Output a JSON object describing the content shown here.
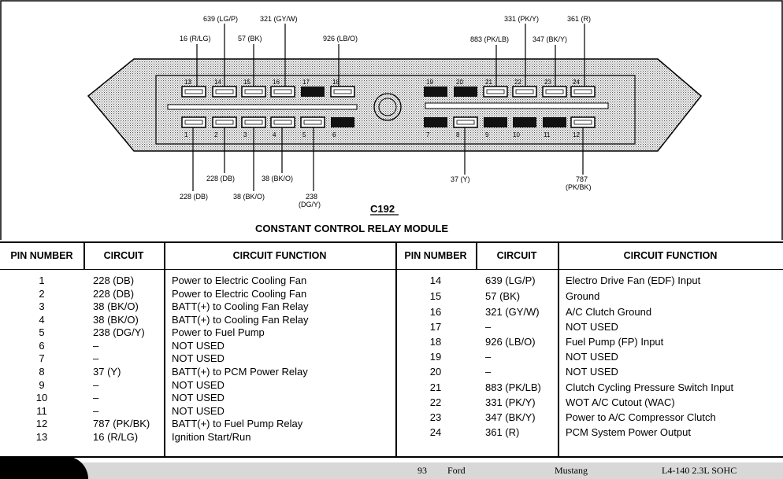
{
  "diagram": {
    "connector_id": "C192",
    "title": "CONSTANT CONTROL RELAY MODULE",
    "top_row_pins": [
      "13",
      "14",
      "15",
      "16",
      "17",
      "18",
      "19",
      "20",
      "21",
      "22",
      "23",
      "24"
    ],
    "bottom_row_pins": [
      "1",
      "2",
      "3",
      "4",
      "5",
      "6",
      "7",
      "8",
      "9",
      "10",
      "11",
      "12"
    ],
    "wire_labels": {
      "p13": "16 (R/LG)",
      "p14": "639 (LG/P)",
      "p15": "57 (BK)",
      "p16": "321 (GY/W)",
      "p18": "926 (LB/O)",
      "p21": "883 (PK/LB)",
      "p22": "331 (PK/Y)",
      "p23": "347 (BK/Y)",
      "p24": "361 (R)",
      "p1": "228 (DB)",
      "p2": "228 (DB)",
      "p3": "38 (BK/O)",
      "p4": "38 (BK/O)",
      "p5a": "238",
      "p5b": "(DG/Y)",
      "p8": "37 (Y)",
      "p12a": "787",
      "p12b": "(PK/BK)"
    }
  },
  "table_left": {
    "headers": [
      "PIN NUMBER",
      "CIRCUIT",
      "CIRCUIT FUNCTION"
    ],
    "rows": [
      [
        "1",
        "228 (DB)",
        "Power to Electric Cooling Fan"
      ],
      [
        "2",
        "228 (DB)",
        "Power to Electric Cooling Fan"
      ],
      [
        "3",
        "38 (BK/O)",
        "BATT(+) to Cooling Fan Relay"
      ],
      [
        "4",
        "38 (BK/O)",
        "BATT(+) to Cooling Fan Relay"
      ],
      [
        "5",
        "238 (DG/Y)",
        "Power to Fuel Pump"
      ],
      [
        "6",
        "–",
        "NOT USED"
      ],
      [
        "7",
        "–",
        "NOT USED"
      ],
      [
        "8",
        "37 (Y)",
        "BATT(+) to PCM Power Relay"
      ],
      [
        "9",
        "–",
        "NOT USED"
      ],
      [
        "10",
        "–",
        "NOT USED"
      ],
      [
        "11",
        "–",
        "NOT USED"
      ],
      [
        "12",
        "787 (PK/BK)",
        "BATT(+) to Fuel Pump Relay"
      ],
      [
        "13",
        "16 (R/LG)",
        "Ignition Start/Run"
      ]
    ]
  },
  "table_right": {
    "headers": [
      "PIN NUMBER",
      "CIRCUIT",
      "CIRCUIT FUNCTION"
    ],
    "rows": [
      [
        "14",
        "639 (LG/P)",
        "Electro Drive Fan (EDF) Input"
      ],
      [
        "15",
        "57 (BK)",
        "Ground"
      ],
      [
        "16",
        "321 (GY/W)",
        "A/C Clutch Ground"
      ],
      [
        "17",
        "–",
        "NOT USED"
      ],
      [
        "18",
        "926 (LB/O)",
        "Fuel Pump (FP) Input"
      ],
      [
        "19",
        "–",
        "NOT USED"
      ],
      [
        "20",
        "–",
        "NOT USED"
      ],
      [
        "21",
        "883 (PK/LB)",
        "Clutch Cycling Pressure Switch Input"
      ],
      [
        "22",
        "331 (PK/Y)",
        "WOT A/C Cutout (WAC)"
      ],
      [
        "23",
        "347 (BK/Y)",
        "Power to A/C Compressor Clutch"
      ],
      [
        "24",
        "361 (R)",
        "PCM System Power Output"
      ]
    ]
  },
  "status_bar": {
    "page": "93",
    "make": "Ford",
    "model": "Mustang",
    "engine": "L4-140 2.3L SOHC"
  }
}
